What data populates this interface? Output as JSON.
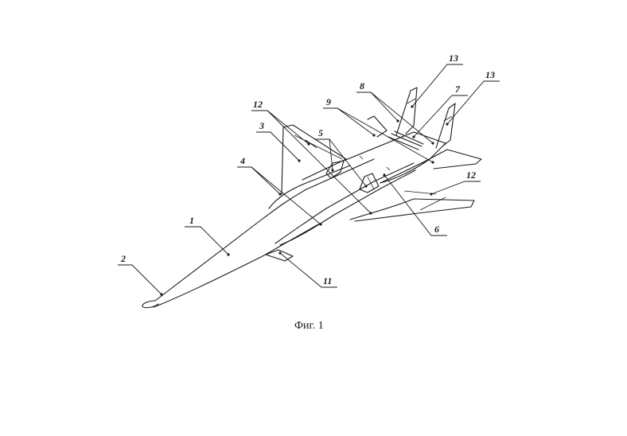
{
  "figure": {
    "caption": "Фиг. 1",
    "labels": [
      "1",
      "2",
      "3",
      "4",
      "5",
      "6",
      "7",
      "8",
      "9",
      "11",
      "12",
      "12",
      "13",
      "13"
    ]
  }
}
